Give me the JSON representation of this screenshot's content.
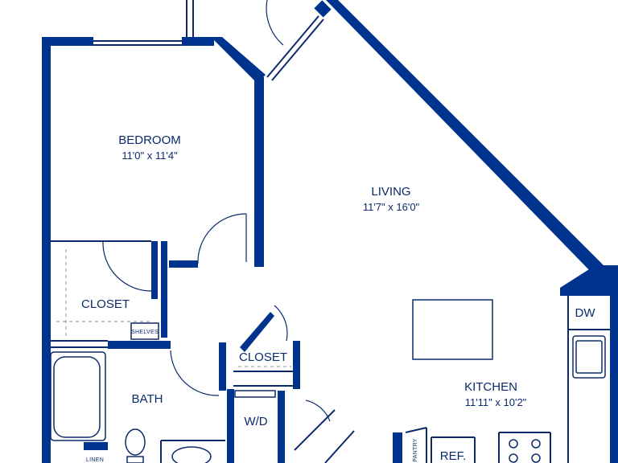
{
  "colors": {
    "wall": "#00338d",
    "line": "#0b2a6b",
    "fixture": "#8a93a8",
    "background": "#ffffff"
  },
  "rooms": {
    "bedroom": {
      "name": "BEDROOM",
      "size": "11'0\" x 11'4\""
    },
    "living": {
      "name": "LIVING",
      "size": "11'7\" x 16'0\""
    },
    "kitchen": {
      "name": "KITCHEN",
      "size": "11'11\" x 10'2\""
    },
    "bath": {
      "name": "BATH"
    },
    "closet_bedroom": {
      "name": "CLOSET"
    },
    "closet_hall": {
      "name": "CLOSET"
    },
    "laundry": {
      "name": "W/D"
    },
    "dishwasher": {
      "name": "DW"
    },
    "refrigerator": {
      "name": "REF."
    },
    "shelves": {
      "name": "SHELVES"
    },
    "pantry": {
      "name": "PANTRY"
    },
    "linen": {
      "name": "LINEN"
    }
  }
}
